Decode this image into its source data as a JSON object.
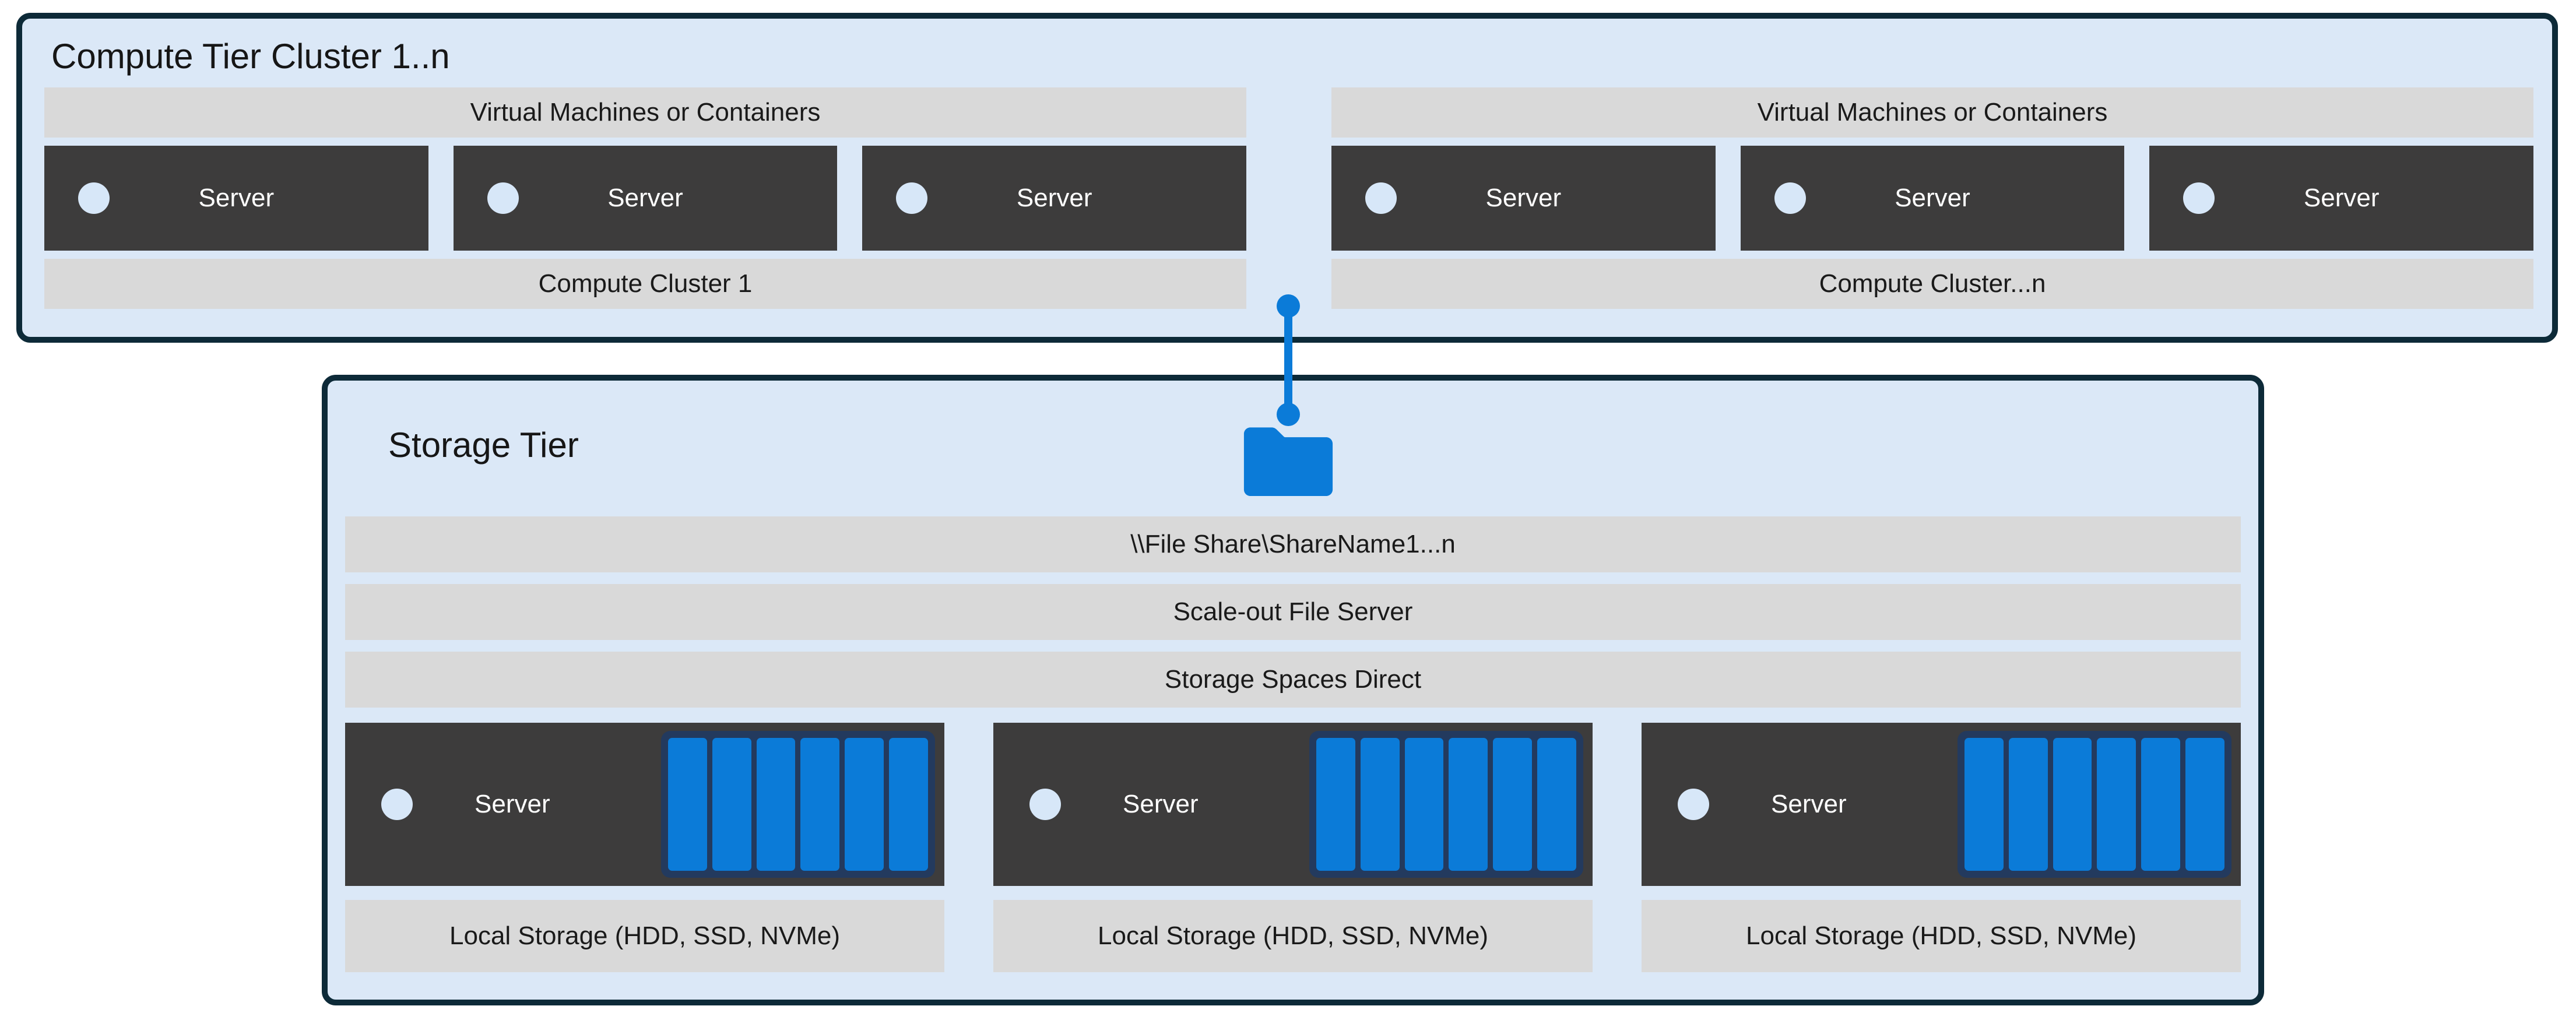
{
  "colors": {
    "page_background": "#ffffff",
    "tier_fill": "#dbe8f7",
    "tier_border": "#0d2a38",
    "layer_bar": "#d9d9d9",
    "server_box": "#3d3c3c",
    "server_text": "#ffffff",
    "accent_blue": "#0b7bd8",
    "disk_frame_navy": "#233a5e",
    "indicator_dot": "#d7e7f8",
    "label_text": "#1a1a1a"
  },
  "icons": {
    "folder": "folder-icon",
    "server_indicator": "power-indicator-icon",
    "disk": "disk-icon",
    "connector": "connector-line-with-dots"
  },
  "compute_tier": {
    "title": "Compute Tier Cluster 1..n",
    "clusters": [
      {
        "header": "Virtual Machines or Containers",
        "servers": [
          "Server",
          "Server",
          "Server"
        ],
        "footer": "Compute Cluster 1"
      },
      {
        "header": "Virtual Machines or Containers",
        "servers": [
          "Server",
          "Server",
          "Server"
        ],
        "footer": "Compute Cluster...n"
      }
    ]
  },
  "storage_tier": {
    "title": "Storage Tier",
    "file_share_label": "\\\\File Share\\ShareName1...n",
    "sofs_label": "Scale-out File Server",
    "s2d_label": "Storage Spaces Direct",
    "nodes": [
      {
        "server_label": "Server",
        "disk_count": 6,
        "storage_label": "Local Storage (HDD, SSD, NVMe)"
      },
      {
        "server_label": "Server",
        "disk_count": 6,
        "storage_label": "Local Storage (HDD, SSD, NVMe)"
      },
      {
        "server_label": "Server",
        "disk_count": 6,
        "storage_label": "Local Storage (HDD, SSD, NVMe)"
      }
    ]
  }
}
